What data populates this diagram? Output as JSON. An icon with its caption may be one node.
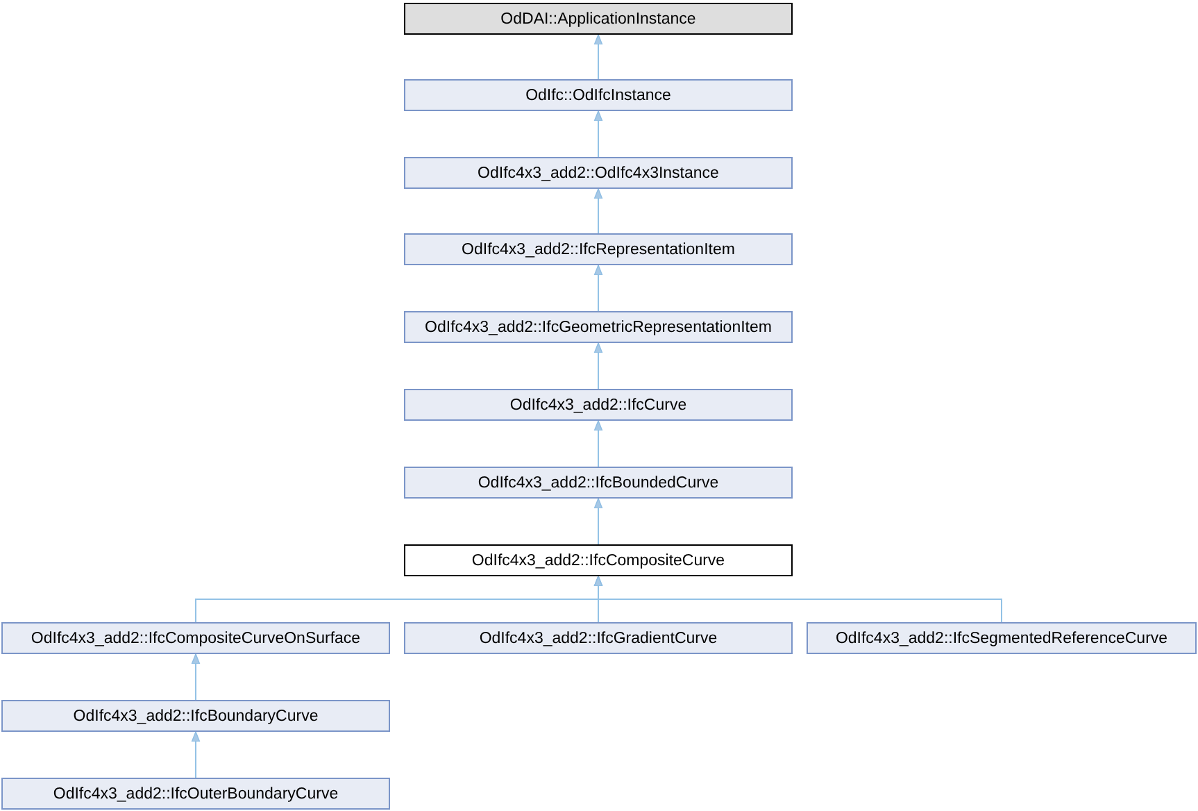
{
  "diagram": {
    "nodes": [
      {
        "text": [
          "OdDAI::ApplicationInstance"
        ]
      },
      {
        "text": [
          "OdIfc::OdIfcInstance"
        ]
      },
      {
        "text": [
          "OdIfc4x3_add2::OdIfc4x3Instance"
        ]
      },
      {
        "text": [
          "OdIfc4x3_add2::IfcRepresentationItem"
        ]
      },
      {
        "text": [
          "OdIfc4x3_add2::IfcGeometricRepresentationItem"
        ]
      },
      {
        "text": [
          "OdIfc4x3_add2::IfcCurve"
        ]
      },
      {
        "text": [
          "OdIfc4x3_add2::IfcBoundedCurve"
        ]
      },
      {
        "text": [
          "OdIfc4x3_add2::IfcCompositeCurve"
        ]
      },
      {
        "text": [
          "OdIfc4x3_add2::IfcCompositeCurveOnSurface"
        ]
      },
      {
        "text": [
          "OdIfc4x3_add2::IfcGradientCurve"
        ]
      },
      {
        "text": [
          "OdIfc4x3_add2::IfcSegmentedReferenceCurve"
        ]
      },
      {
        "text": [
          "OdIfc4x3_add2::IfcBoundaryCurve"
        ]
      },
      {
        "text": [
          "OdIfc4x3_add2::IfcOuterBoundaryCurve"
        ]
      }
    ],
    "edges": [
      {
        "from": 1,
        "to": 0,
        "arrow": "to"
      },
      {
        "from": 2,
        "to": 1,
        "arrow": "to"
      },
      {
        "from": 3,
        "to": 2,
        "arrow": "to"
      },
      {
        "from": 4,
        "to": 3,
        "arrow": "to"
      },
      {
        "from": 5,
        "to": 4,
        "arrow": "to"
      },
      {
        "from": 6,
        "to": 5,
        "arrow": "to"
      },
      {
        "from": 7,
        "to": 6,
        "arrow": "to"
      },
      {
        "from": 8,
        "to": 7,
        "arrow": "to"
      },
      {
        "from": 9,
        "to": 7,
        "arrow": "to"
      },
      {
        "from": 10,
        "to": 7,
        "arrow": "to"
      },
      {
        "from": 11,
        "to": 8,
        "arrow": "to"
      },
      {
        "from": 12,
        "to": 11,
        "arrow": "to"
      }
    ]
  }
}
